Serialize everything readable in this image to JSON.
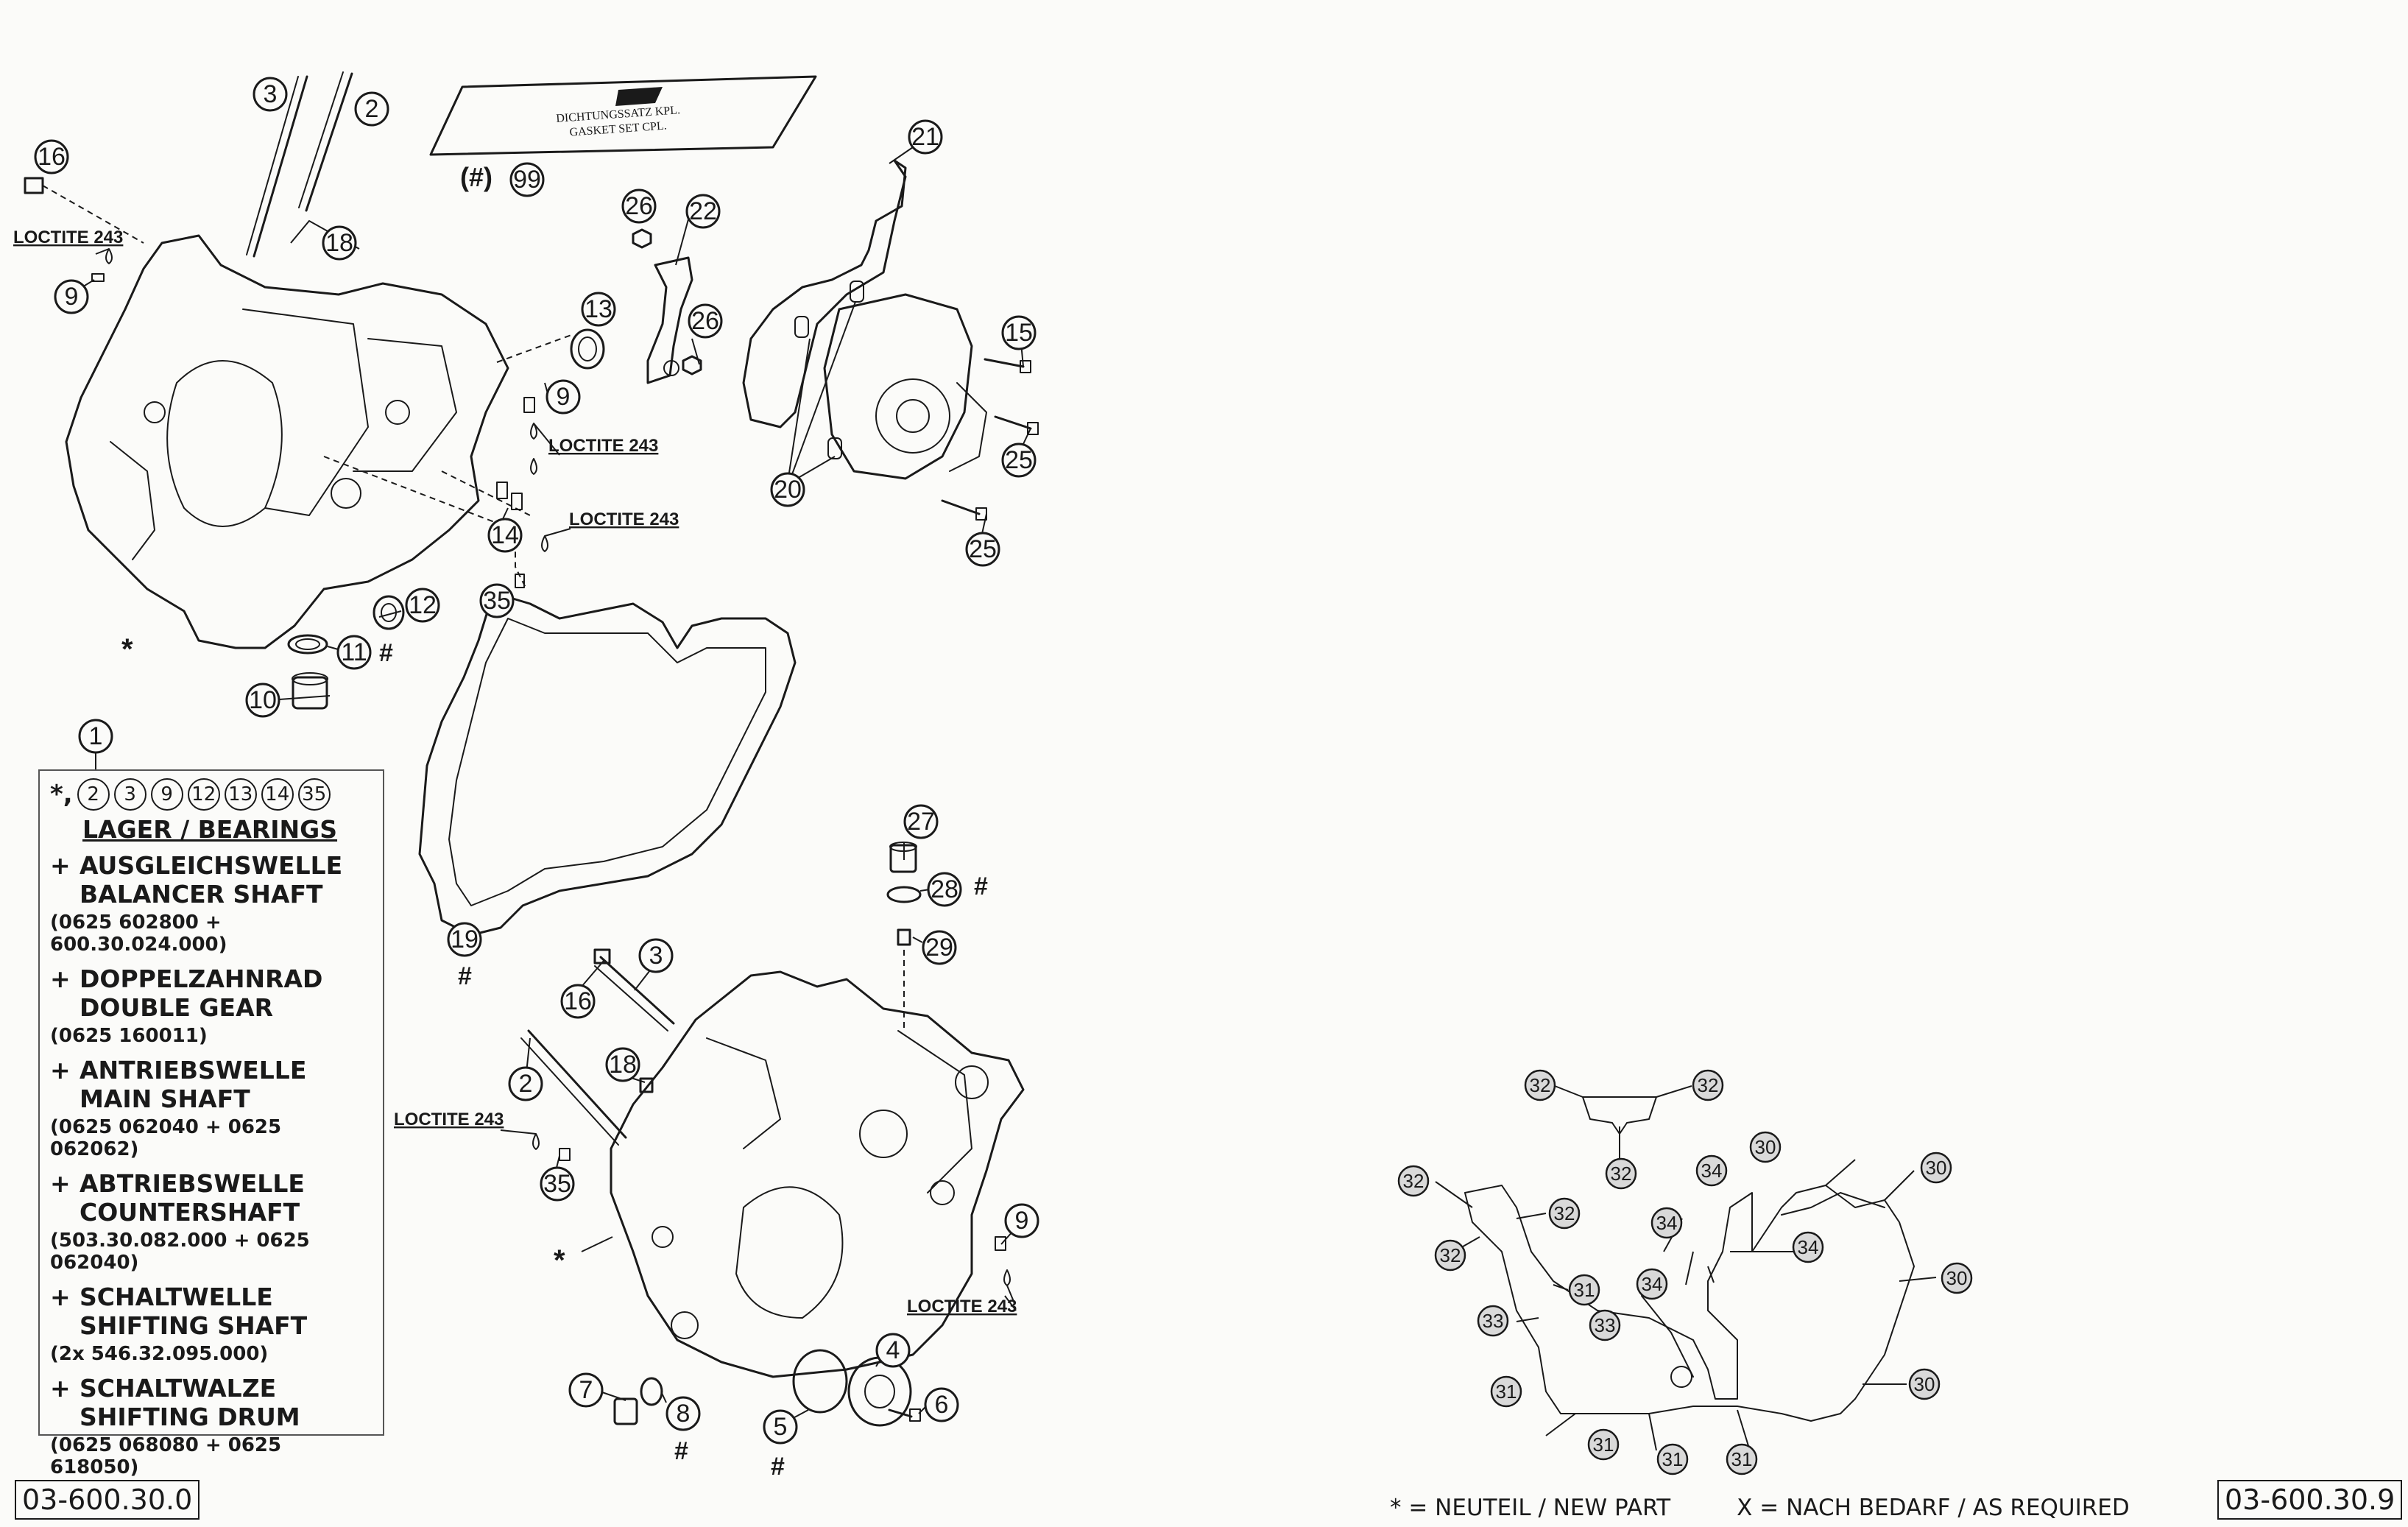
{
  "doc_codes": {
    "left": "03-600.30.0",
    "right": "03-600.30.9"
  },
  "footer": {
    "new_part": "* = NEUTEIL / NEW PART",
    "as_required": "X = NACH BEDARF / AS REQUIRED"
  },
  "gasket_kit": {
    "line1": "DICHTUNGSSATZ KPL.",
    "line2": "GASKET SET CPL.",
    "marker": "(#)",
    "number": "99"
  },
  "notes": {
    "loctite": "LOCTITE 243"
  },
  "markers": {
    "asterisk": "*",
    "hash": "#"
  },
  "callouts": {
    "c1": "1",
    "c2": "2",
    "c3": "3",
    "c4": "4",
    "c5": "5",
    "c6": "6",
    "c7": "7",
    "c8": "8",
    "c9": "9",
    "c10": "10",
    "c11": "11",
    "c12": "12",
    "c13": "13",
    "c14": "14",
    "c15": "15",
    "c16": "16",
    "c18": "18",
    "c19": "19",
    "c20": "20",
    "c21": "21",
    "c22": "22",
    "c25": "25",
    "c26": "26",
    "c27": "27",
    "c28": "28",
    "c29": "29",
    "c30": "30",
    "c31": "31",
    "c32": "32",
    "c33": "33",
    "c34": "34",
    "c35": "35"
  },
  "legend": {
    "head_marker": "*,",
    "head_items": [
      "2",
      "3",
      "9",
      "12",
      "13",
      "14",
      "35"
    ],
    "title": "LAGER / BEARINGS",
    "entries": [
      {
        "de": "AUSGLEICHSWELLE",
        "en": "BALANCER SHAFT",
        "pn": "(0625 602800 + 600.30.024.000)"
      },
      {
        "de": "DOPPELZAHNRAD",
        "en": "DOUBLE GEAR",
        "pn": "(0625 160011)"
      },
      {
        "de": "ANTRIEBSWELLE",
        "en": "MAIN SHAFT",
        "pn": "(0625 062040 + 0625 062062)"
      },
      {
        "de": "ABTRIEBSWELLE",
        "en": "COUNTERSHAFT",
        "pn": "(503.30.082.000 + 0625 062040)"
      },
      {
        "de": "SCHALTWELLE",
        "en": "SHIFTING SHAFT",
        "pn": "(2x  546.32.095.000)"
      },
      {
        "de": "SCHALTWALZE",
        "en": "SHIFTING DRUM",
        "pn": "(0625 068080 + 0625 618050)"
      }
    ],
    "plus": "+"
  }
}
